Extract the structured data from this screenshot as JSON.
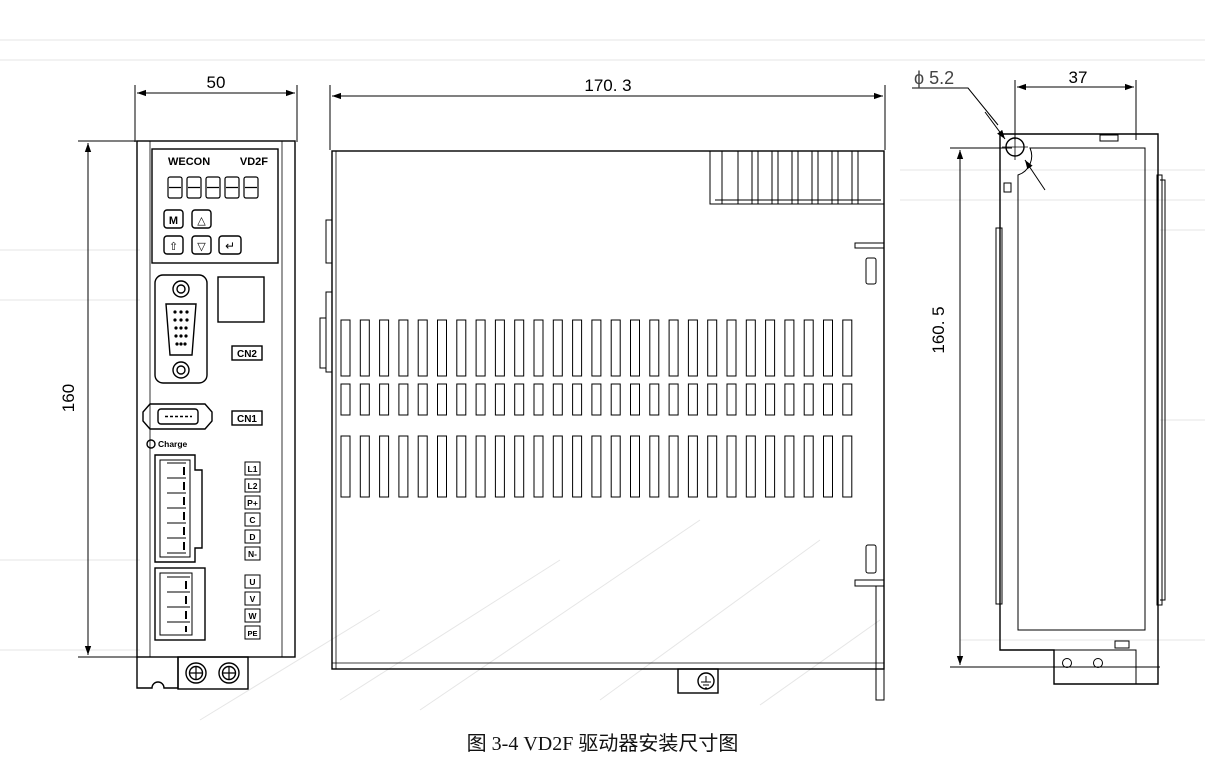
{
  "dimensions": {
    "front_width": "50",
    "front_height": "160",
    "side_depth": "170. 3",
    "mount_hole": "ϕ 5.2",
    "back_width": "37",
    "back_height": "160. 5"
  },
  "front_panel": {
    "logo": "WECON",
    "model": "VD2F",
    "display": "88888",
    "key_m": "M",
    "key_up": "△",
    "key_shift": "⇧",
    "key_down": "▽",
    "key_enter": "↵",
    "cn2": "CN2",
    "cn1": "CN1",
    "charge": "Charge",
    "power_terminals": [
      "L1",
      "L2",
      "P+",
      "C",
      "D",
      "N-"
    ],
    "motor_terminals": [
      "U",
      "V",
      "W",
      "PE"
    ]
  },
  "caption": "图 3-4 VD2F 驱动器安装尺寸图"
}
